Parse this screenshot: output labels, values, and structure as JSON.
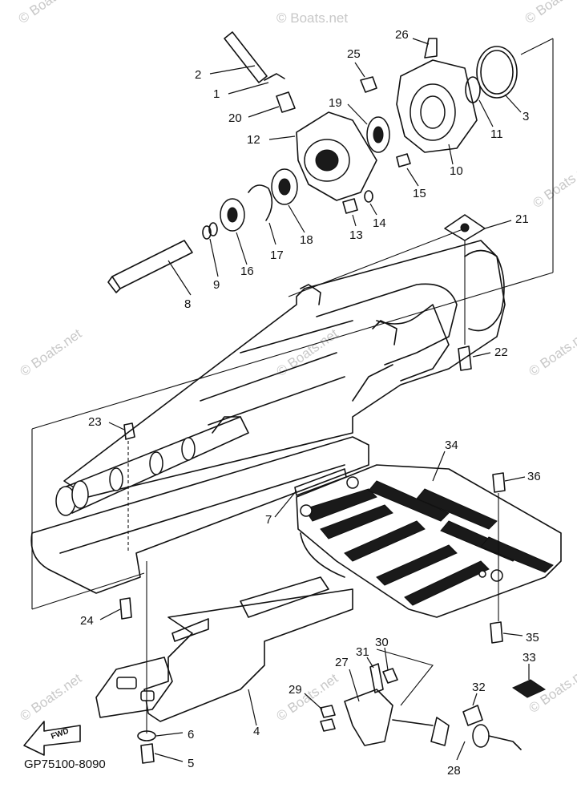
{
  "diagram": {
    "code": "GP75100-8090",
    "fwd_label": "FWD",
    "watermarks": [
      "© Boats.net",
      "© Boats.net",
      "© Boats.net",
      "© Boats.net",
      "© Boats.net",
      "© Boats.net",
      "© Boats.net",
      "© Boats.net",
      "© Boats.net",
      "© Boats.net"
    ],
    "callouts": [
      "1",
      "2",
      "3",
      "4",
      "5",
      "6",
      "7",
      "8",
      "9",
      "10",
      "11",
      "12",
      "13",
      "14",
      "15",
      "16",
      "17",
      "18",
      "19",
      "20",
      "21",
      "22",
      "23",
      "24",
      "25",
      "26",
      "27",
      "28",
      "29",
      "30",
      "31",
      "32",
      "33",
      "34",
      "35",
      "36"
    ]
  }
}
